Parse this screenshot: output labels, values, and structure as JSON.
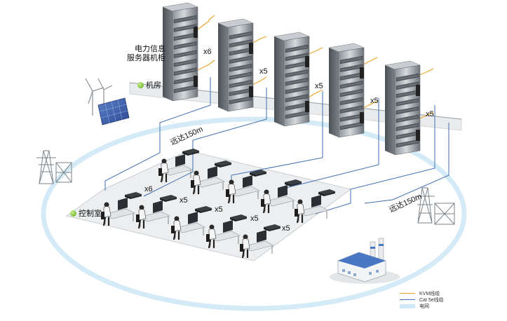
{
  "cabinet_title": [
    "电力信息",
    "服务器机柜"
  ],
  "machine_room_label": "机房",
  "control_room_label": "控制室",
  "distance_label": "远达150m",
  "cabinet_counts": [
    "x6",
    "x5",
    "x5",
    "x5",
    "x5"
  ],
  "workstation_counts": [
    "x6",
    "x5",
    "x5",
    "x5",
    "x5"
  ],
  "legend": [
    {
      "label": "KVM线缆",
      "color": "#e8a72e"
    },
    {
      "label": "Cat 5e线缆",
      "color": "#3f6fb2"
    },
    {
      "label": "电网",
      "color": "#cfe8f6"
    }
  ]
}
